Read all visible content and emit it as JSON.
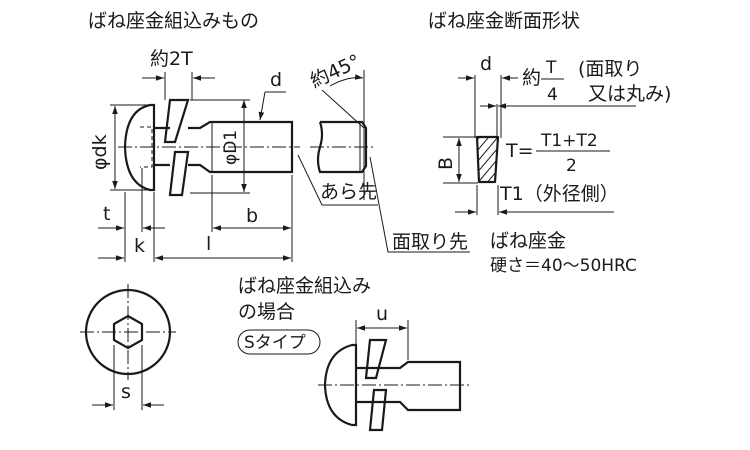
{
  "main_view": {
    "title": "ばね座金組込みもの",
    "approx_2t": "約2T",
    "d": "d",
    "approx_45": "約45°",
    "phi_dk": "φdk",
    "phi_d1": "φD1",
    "rough_end": "あら先",
    "chamfer_end": "面取り先",
    "t": "t",
    "k": "k",
    "l": "l",
    "b": "b",
    "s": "s"
  },
  "s_type": {
    "line1": "ばね座金組込み",
    "line2": "の場合",
    "badge": "Sタイプ",
    "u": "u"
  },
  "section": {
    "title": "ばね座金断面形状",
    "d": "d",
    "approx": "約",
    "frac_num": "T",
    "frac_den": "4",
    "note1": "(面取り",
    "note2": "又は丸み)",
    "B": "B",
    "t_eq": "T=",
    "t_num": "T1+T2",
    "t_den": "2",
    "t1": "T1（外径側）",
    "washer_label": "ばね座金",
    "hardness": "硬さ＝40～50HRC"
  }
}
